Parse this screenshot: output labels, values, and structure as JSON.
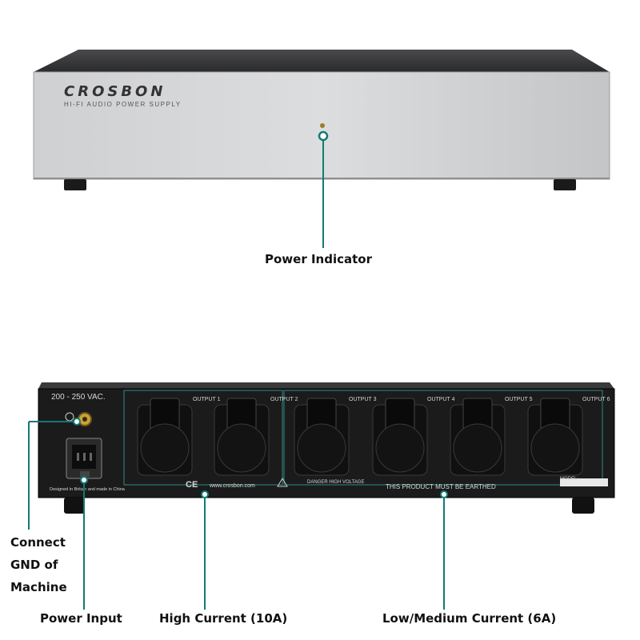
{
  "colors": {
    "callout_line": "#137a74",
    "front_panel": "#c9cacc",
    "rear_panel": "#1b1b1b"
  },
  "front": {
    "brand": "CROSBON",
    "subtitle": "HI-FI AUDIO POWER SUPPLY"
  },
  "rear": {
    "voltage_label": "200 - 250 VAC.",
    "outputs": [
      "OUTPUT 1",
      "OUTPUT 2",
      "OUTPUT 3",
      "OUTPUT 4",
      "OUTPUT 5",
      "OUTPUT 6"
    ],
    "origin_text": "Designed in Britain and made in China",
    "website": "www.crosbon.com",
    "danger_text": "DANGER HIGH VOLTAGE",
    "earthed_text": "THIS PRODUCT MUST BE EARTHED",
    "model_label": "MODEL:"
  },
  "callouts": {
    "power_indicator": "Power Indicator",
    "connect_gnd": [
      "Connect",
      "GND of",
      "Machine"
    ],
    "power_input": "Power Input",
    "high_current": "High Current (10A)",
    "low_medium_current": "Low/Medium Current (6A)"
  }
}
